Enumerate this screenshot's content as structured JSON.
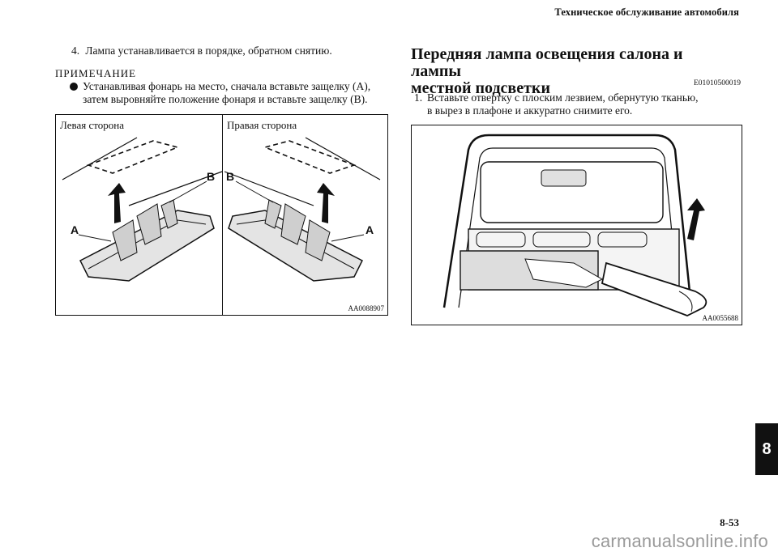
{
  "header": {
    "title": "Техническое обслуживание автомобиля"
  },
  "left": {
    "step4": {
      "num": "4.",
      "text": "Лампа устанавливается в порядке, обратном снятию."
    },
    "note": {
      "heading": "ПРИМЕЧАНИЕ",
      "line1": "Устанавливая фонарь на место, сначала вставьте защелку (A),",
      "line2": "затем выровняйте положение фонаря и вставьте защелку (B)."
    },
    "figure": {
      "caption_left": "Левая сторона",
      "caption_right": "Правая сторона",
      "label_a": "A",
      "label_b": "B",
      "id": "AA0088907"
    }
  },
  "right": {
    "section_title_line1": "Передняя лампа освещения салона и лампы",
    "section_title_line2": "местной подсветки",
    "section_code": "E01010500019",
    "step1": {
      "num": "1.",
      "line1": "Вставьте отвертку с плоским лезвием, обернутую тканью,",
      "line2": "в вырез в плафоне и аккуратно снимите его."
    },
    "figure": {
      "id": "AA0055688"
    }
  },
  "side_tab": "8",
  "page_number": "8-53",
  "watermark": "carmanualsonline.info"
}
